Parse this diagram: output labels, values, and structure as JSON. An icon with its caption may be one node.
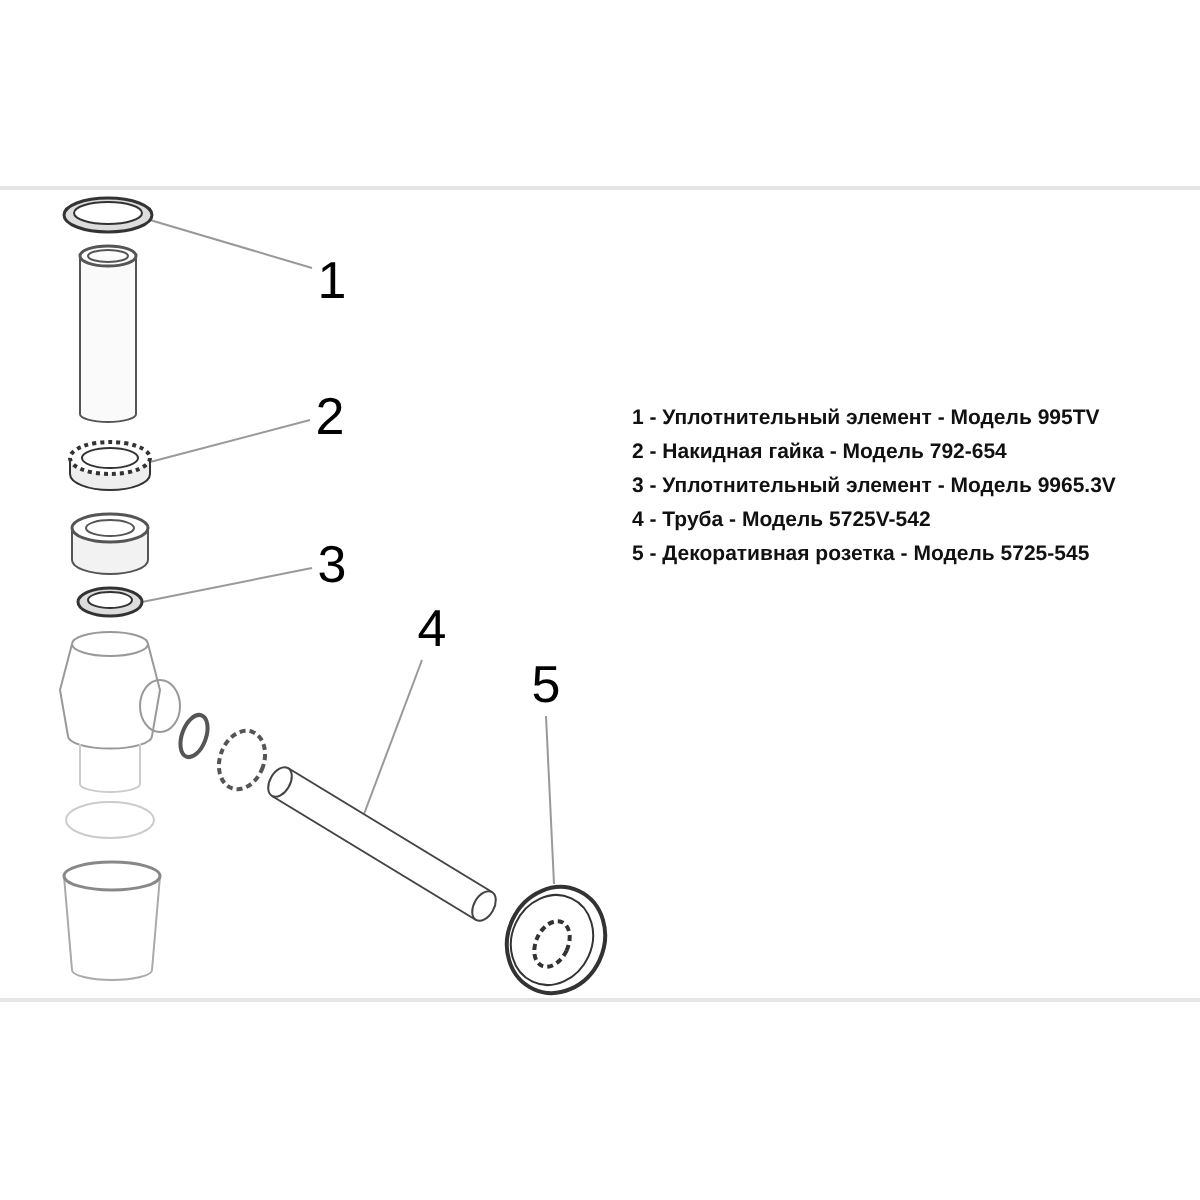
{
  "diagram": {
    "nodes": [
      {
        "text": [
          "1"
        ]
      },
      {
        "text": [],
        "shape": "picture"
      },
      {
        "text": [
          "2"
        ]
      },
      {
        "text": [],
        "shape": "picture"
      },
      {
        "text": [
          "3"
        ]
      },
      {
        "text": [],
        "shape": "picture"
      },
      {
        "text": [
          "4"
        ]
      },
      {
        "text": [],
        "shape": "picture"
      },
      {
        "text": [
          "5"
        ]
      },
      {
        "text": [],
        "shape": "picture"
      }
    ],
    "edges": [
      {
        "from": 0,
        "to": 1,
        "arrow": "none"
      },
      {
        "from": 2,
        "to": 3,
        "arrow": "none"
      },
      {
        "from": 4,
        "to": 5,
        "arrow": "none"
      },
      {
        "from": 6,
        "to": 7,
        "arrow": "none"
      },
      {
        "from": 8,
        "to": 9,
        "arrow": "none"
      }
    ],
    "labels": [
      "1 - Уплотнительный элемент - Модель 995TV",
      "2 - Накидная гайка - Модель 792-654",
      "3 - Уплотнительный элемент - Модель 9965.3V",
      "4 - Труба - Модель 5725V-542",
      "5 - Декоративная розетка - Модель 5725-545"
    ]
  }
}
